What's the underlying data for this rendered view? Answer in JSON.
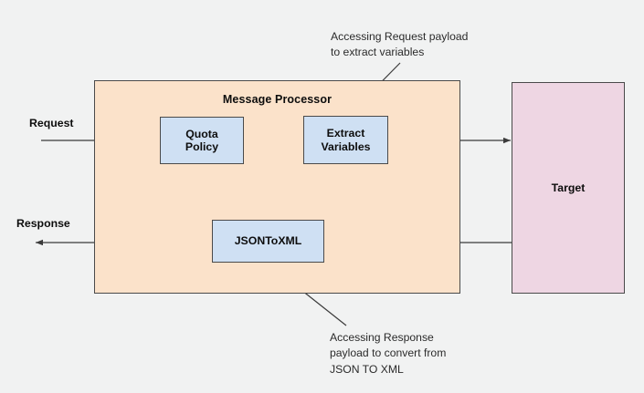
{
  "diagram": {
    "title": "API Message Processor flow",
    "background_color": "#f1f2f2",
    "containers": [
      {
        "name": "message-processor",
        "label": "Message Processor",
        "fill": "#fbe2ca",
        "stroke": "#4a4a4a"
      },
      {
        "name": "target",
        "label": "Target",
        "fill": "#eed6e3",
        "stroke": "#4a4a4a"
      }
    ],
    "policies": [
      {
        "name": "quota-policy",
        "label": "Quota\nPolicy",
        "fill": "#cfe0f3"
      },
      {
        "name": "extract-variables",
        "label": "Extract\nVariables",
        "fill": "#cfe0f3"
      },
      {
        "name": "jsontoxml",
        "label": "JSONToXML",
        "fill": "#cfe0f3"
      }
    ],
    "edge_labels": {
      "request": "Request",
      "response": "Response"
    },
    "annotations": [
      {
        "name": "annotation-request",
        "text": "Accessing Request payload\nto extract variables"
      },
      {
        "name": "annotation-response",
        "text": "Accessing Response\npayload to convert from\nJSON TO XML"
      }
    ],
    "flow": {
      "request_path": "Request -> Quota Policy -> Extract Variables -> Target",
      "response_path": "Target -> JSONToXML -> Response"
    },
    "colors": {
      "line": "#3b3b3b",
      "text": "#0d0d0d",
      "annotation_text": "#2b2b2b"
    }
  }
}
